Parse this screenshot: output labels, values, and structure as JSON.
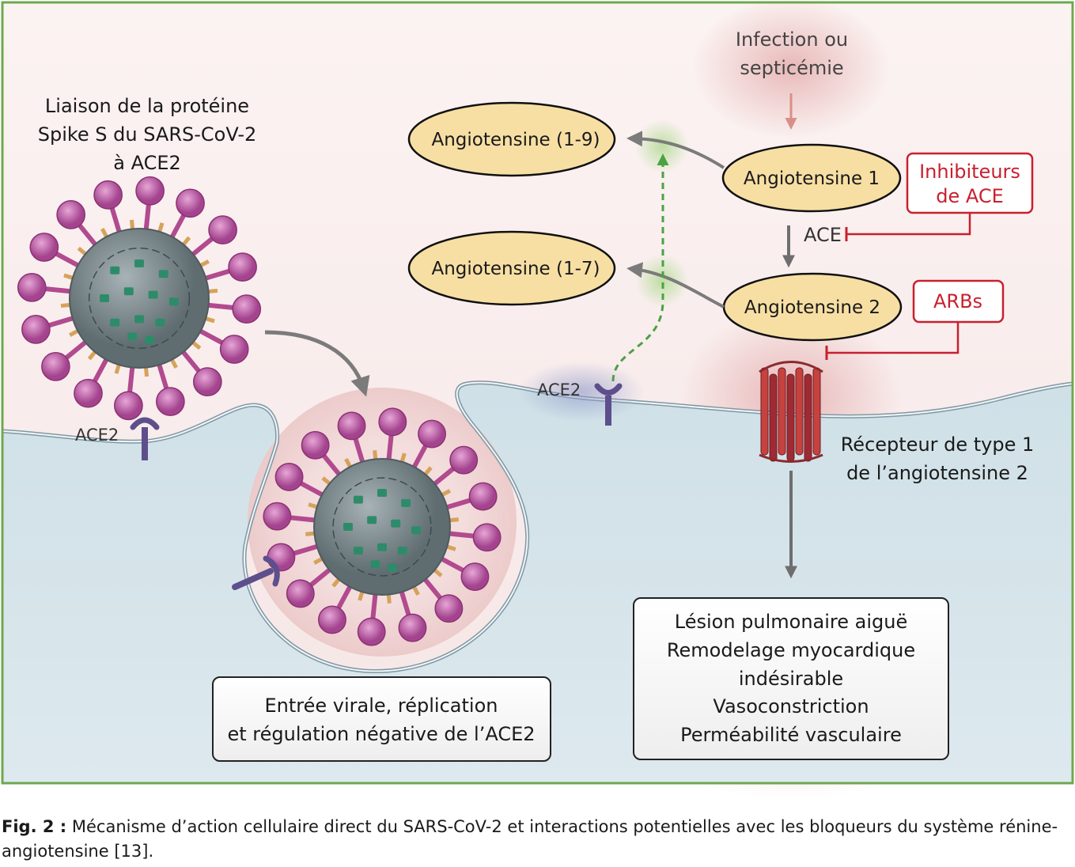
{
  "virus_binding": {
    "label_lines": [
      "Liaison de la protéine",
      "Spike S du SARS-CoV-2",
      "à ACE2"
    ],
    "ace2_label": "ACE2"
  },
  "trigger": {
    "lines": [
      "Infection ou",
      "septicémie"
    ]
  },
  "ang_1_9": "Angiotensine (1-9)",
  "ang_1_7": "Angiotensine (1-7)",
  "ang_1": "Angiotensine 1",
  "ang_2": "Angiotensine 2",
  "ace_enzyme": "ACE",
  "ace_inhibitors": {
    "lines": [
      "Inhibiteurs",
      "de ACE"
    ]
  },
  "arbs": "ARBs",
  "membrane_ace2": "ACE2",
  "receptor": {
    "lines": [
      "Récepteur de type 1",
      "de l’angiotensine 2"
    ]
  },
  "viral_entry_box": {
    "lines": [
      "Entrée virale, réplication",
      "et régulation négative de l’ACE2"
    ]
  },
  "effects_box": {
    "lines": [
      "Lésion pulmonaire aiguë",
      "Remodelage myocardique",
      "indésirable",
      "Vasoconstriction",
      "Perméabilité vasculaire"
    ]
  },
  "caption": {
    "prefix": "Fig. 2 :",
    "text": "Mécanisme d’action cellulaire direct du SARS-CoV-2 et interactions potentielles avec les bloqueurs du système rénine-angiotensine [13]."
  },
  "colors": {
    "frame_green": "#6ea84f",
    "ellipse_fill": "#f7dfa4",
    "inhibitor_red": "#c8202f",
    "cell_blue": "#d3e3ea",
    "spike_pink": "#b95aa3",
    "virus_grey": "#7d8a8e",
    "rna_green": "#2e8b6a",
    "receptor_red": "#b5323a"
  },
  "icons": [
    "sars-cov-2-virion-icon",
    "ace2-receptor-icon",
    "at1-receptor-icon"
  ]
}
